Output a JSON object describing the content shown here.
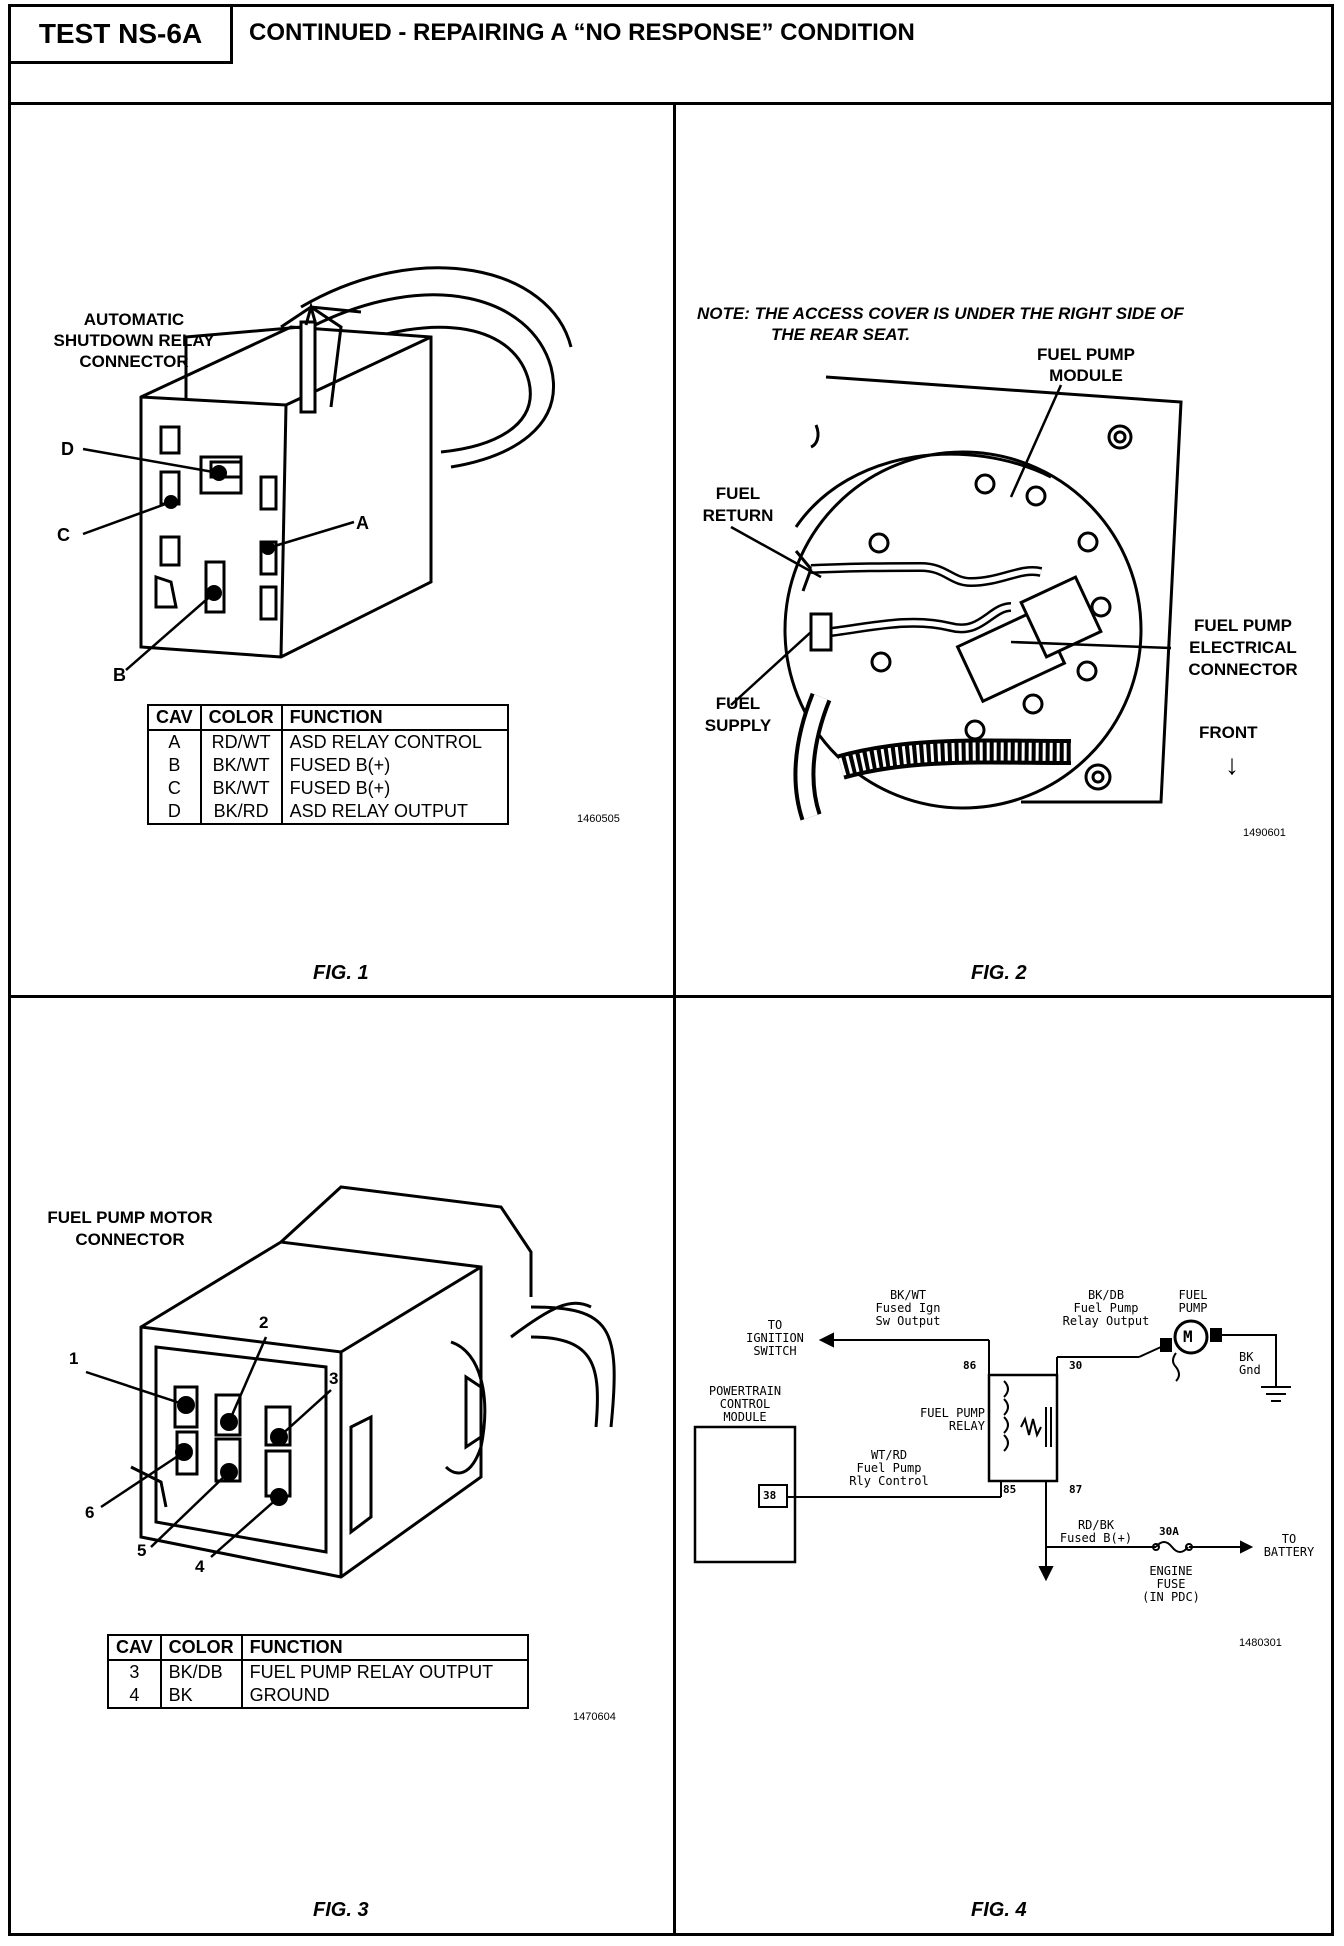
{
  "header": {
    "test_id": "TEST NS-6A",
    "title": "CONTINUED -  REPAIRING A “NO RESPONSE” CONDITION"
  },
  "fig1": {
    "caption": "FIG. 1",
    "label_line1": "AUTOMATIC",
    "label_line2": "SHUTDOWN RELAY",
    "label_line3": "CONNECTOR",
    "cavities": {
      "a": "A",
      "b": "B",
      "c": "C",
      "d": "D"
    },
    "ref": "1460505",
    "table": {
      "headers": [
        "CAV",
        "COLOR",
        "FUNCTION"
      ],
      "rows": [
        {
          "cav": "A",
          "color": "RD/WT",
          "function": "ASD RELAY CONTROL"
        },
        {
          "cav": "B",
          "color": "BK/WT",
          "function": "FUSED B(+)"
        },
        {
          "cav": "C",
          "color": "BK/WT",
          "function": "FUSED B(+)"
        },
        {
          "cav": "D",
          "color": "BK/RD",
          "function": "ASD RELAY OUTPUT"
        }
      ]
    }
  },
  "fig2": {
    "caption": "FIG. 2",
    "note_line1": "NOTE:  THE ACCESS COVER IS UNDER THE RIGHT SIDE OF",
    "note_line2": "THE REAR SEAT.",
    "module_1": "FUEL PUMP",
    "module_2": "MODULE",
    "return_1": "FUEL",
    "return_2": "RETURN",
    "supply_1": "FUEL",
    "supply_2": "SUPPLY",
    "elec_1": "FUEL PUMP",
    "elec_2": "ELECTRICAL",
    "elec_3": "CONNECTOR",
    "front": "FRONT",
    "arrow": "↓",
    "ref": "1490601"
  },
  "fig3": {
    "caption": "FIG. 3",
    "label_line1": "FUEL PUMP MOTOR",
    "label_line2": "CONNECTOR",
    "pins": {
      "p1": "1",
      "p2": "2",
      "p3": "3",
      "p4": "4",
      "p5": "5",
      "p6": "6"
    },
    "ref": "1470604",
    "table": {
      "headers": [
        "CAV",
        "COLOR",
        "FUNCTION"
      ],
      "rows": [
        {
          "cav": "3",
          "color": "BK/DB",
          "function": "FUEL PUMP RELAY OUTPUT"
        },
        {
          "cav": "4",
          "color": "BK",
          "function": "GROUND"
        }
      ]
    }
  },
  "fig4": {
    "caption": "FIG. 4",
    "ign_wire_1": "BK/WT",
    "ign_wire_2": "Fused Ign",
    "ign_wire_3": "Sw Output",
    "to_ign_1": "TO",
    "to_ign_2": "IGNITION",
    "to_ign_3": "SWITCH",
    "relay_out_1": "BK/DB",
    "relay_out_2": "Fuel Pump",
    "relay_out_3": "Relay Output",
    "pump_1": "FUEL",
    "pump_2": "PUMP",
    "motor": "M",
    "gnd_1": "BK",
    "gnd_2": "Gnd",
    "pcm_1": "POWERTRAIN",
    "pcm_2": "CONTROL",
    "pcm_3": "MODULE",
    "pcm_pin": "38",
    "relay_1": "FUEL PUMP",
    "relay_2": "RELAY",
    "pin86": "86",
    "pin30": "30",
    "pin85": "85",
    "pin87": "87",
    "ctrl_1": "WT/RD",
    "ctrl_2": "Fuel Pump",
    "ctrl_3": "Rly Control",
    "fused_1": "RD/BK",
    "fused_2": "Fused B(+)",
    "amps": "30A",
    "batt_1": "TO",
    "batt_2": "BATTERY",
    "fuse_1": "ENGINE",
    "fuse_2": "FUSE",
    "fuse_3": "(IN PDC)",
    "ref": "1480301"
  }
}
